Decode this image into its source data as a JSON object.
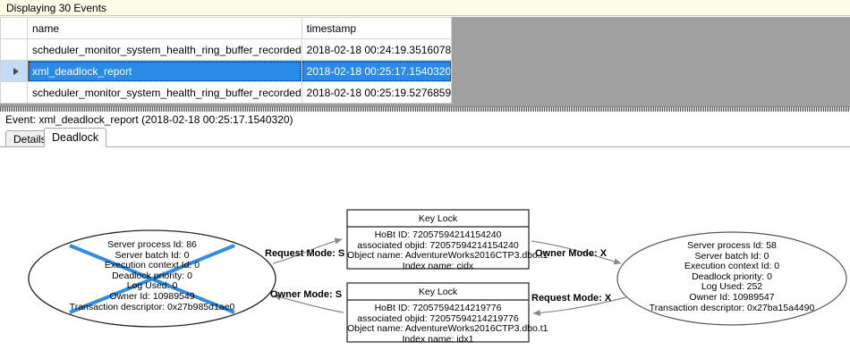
{
  "banner": {
    "text": "Displaying 30 Events"
  },
  "grid": {
    "columns": [
      "",
      "name",
      "timestamp"
    ],
    "rows": [
      {
        "selector": "",
        "name": "scheduler_monitor_system_health_ring_buffer_recorded",
        "timestamp": "2018-02-18 00:24:19.3516078",
        "selected": false
      },
      {
        "selector": "row-arrow",
        "name": "xml_deadlock_report",
        "timestamp": "2018-02-18 00:25:17.1540320",
        "selected": true
      },
      {
        "selector": "",
        "name": "scheduler_monitor_system_health_ring_buffer_recorded",
        "timestamp": "2018-02-18 00:25:19.5276859",
        "selected": false
      }
    ],
    "selection_color": "#2a8ae8",
    "empty_area_color": "#a0a0a0"
  },
  "event_header": {
    "text": "Event: xml_deadlock_report (2018-02-18 00:25:17.1540320)"
  },
  "tabs": [
    {
      "label": "Details",
      "active": false
    },
    {
      "label": "Deadlock",
      "active": true
    }
  ],
  "deadlock": {
    "victim_color": "#2f8ce0",
    "processes": [
      {
        "role": "victim",
        "lines": [
          "Server process Id: 86",
          "Server batch Id: 0",
          "Execution context Id: 0",
          "Deadlock priority: 0",
          "Log Used: 0",
          "Owner Id: 10989549",
          "Transaction descriptor: 0x27b985d1ae0"
        ]
      },
      {
        "role": "owner",
        "lines": [
          "Server process Id: 58",
          "Server batch Id: 0",
          "Execution context Id: 0",
          "Deadlock priority: 0",
          "Log Used: 252",
          "Owner Id: 10989547",
          "Transaction descriptor: 0x27ba15a4490"
        ]
      }
    ],
    "resources": [
      {
        "title": "Key Lock",
        "lines": [
          "HoBt ID: 72057594214154240",
          "associated objid: 72057594214154240",
          "Object name: AdventureWorks2016CTP3.dbo.t1",
          "Index name: cidx"
        ]
      },
      {
        "title": "Key Lock",
        "lines": [
          "HoBt ID: 72057594214219776",
          "associated objid: 72057594214219776",
          "Object name: AdventureWorks2016CTP3.dbo.t1",
          "Index name: idx1"
        ]
      }
    ],
    "edges": [
      {
        "label": "Request Mode: S"
      },
      {
        "label": "Owner Mode: X"
      },
      {
        "label": "Owner Mode: S"
      },
      {
        "label": "Request Mode: X"
      }
    ]
  }
}
